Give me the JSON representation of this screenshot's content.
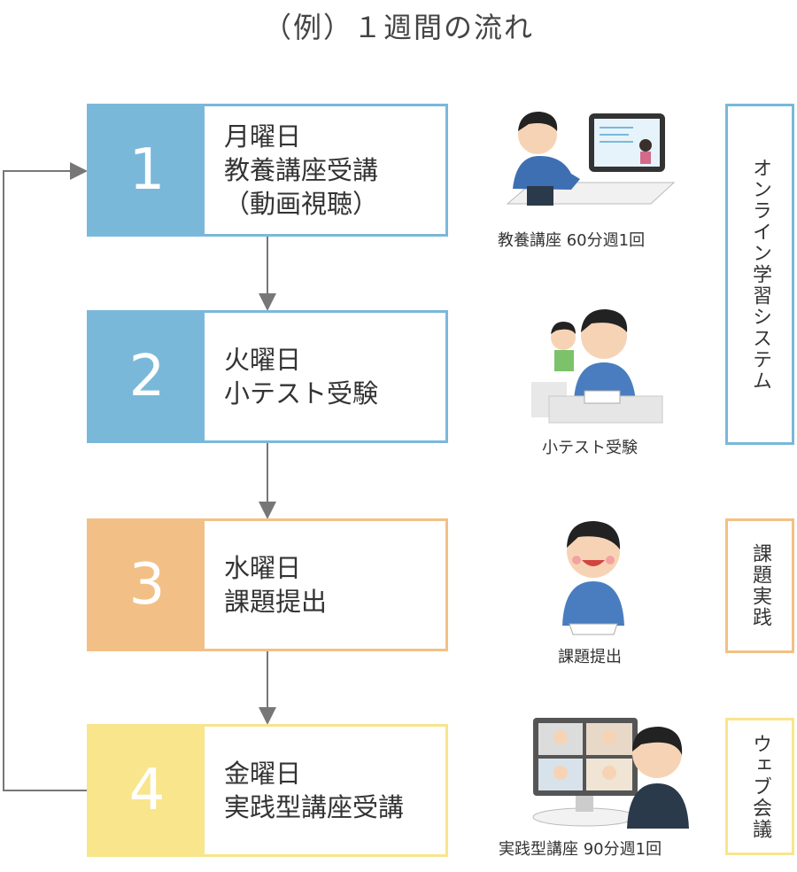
{
  "title": "（例）１週間の流れ",
  "steps": [
    {
      "num": "1",
      "text": "月曜日\n教養講座受講\n（動画視聴）"
    },
    {
      "num": "2",
      "text": "火曜日\n小テスト受験"
    },
    {
      "num": "3",
      "text": "水曜日\n課題提出"
    },
    {
      "num": "4",
      "text": "金曜日\n実践型講座受講"
    }
  ],
  "captions": {
    "c1": "教養講座 60分週1回",
    "c2": "小テスト受験",
    "c3": "課題提出",
    "c4": "実践型講座 90分週1回"
  },
  "side": {
    "online": "オンライン学習システム",
    "practice": "課題実践",
    "web": "ウェブ会議"
  },
  "colors": {
    "blue": "#7ab8da",
    "orange": "#f2c086",
    "yellow": "#f8e58c",
    "line": "#777777"
  }
}
